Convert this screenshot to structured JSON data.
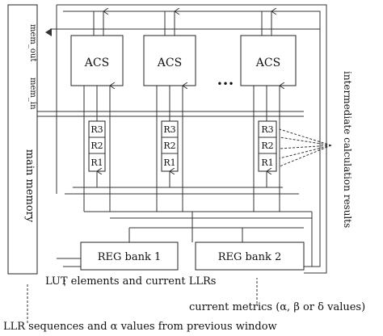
{
  "diagram": {
    "main_memory": {
      "label": "main memory",
      "mem_out": "mem_out",
      "mem_in": "mem_in"
    },
    "acs_units": [
      {
        "label": "ACS",
        "regs": [
          "R3",
          "R2",
          "R1"
        ]
      },
      {
        "label": "ACS",
        "regs": [
          "R3",
          "R2",
          "R1"
        ]
      },
      {
        "label": "ACS",
        "regs": [
          "R3",
          "R2",
          "R1"
        ]
      }
    ],
    "ellipsis": "•••",
    "reg_bank_1": "REG bank 1",
    "reg_bank_2": "REG bank 2",
    "side_note": "intermediate calculation results",
    "bottom_notes": {
      "lut": "LUT elements and current LLRs",
      "metrics": "current metrics (α, β or δ values)",
      "llr": "LLR sequences and α values from previous window"
    }
  }
}
